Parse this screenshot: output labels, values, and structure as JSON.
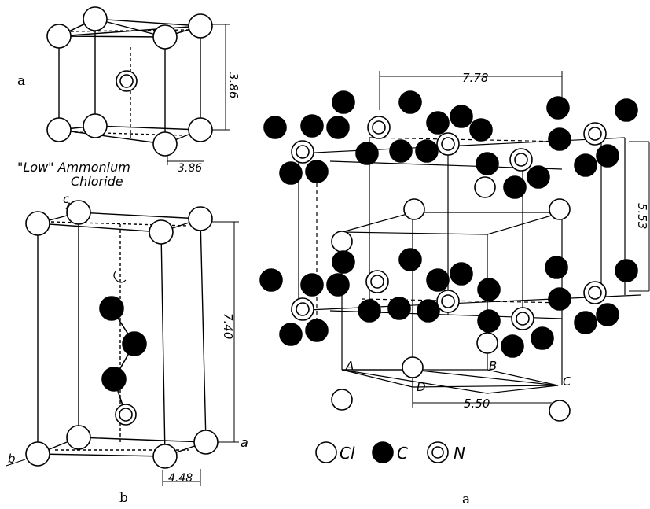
{
  "panel_top_left": {
    "letter": "a",
    "height_dim": "3.86",
    "width_dim": "3.86",
    "caption_line1": "\"Low\" Ammonium",
    "caption_line2": "Chloride"
  },
  "panel_bottom_left": {
    "letter": "b",
    "axis_c": "c",
    "axis_a": "a",
    "axis_b": "b",
    "height_dim": "7.40",
    "width_dim": "4.48"
  },
  "panel_right": {
    "letter": "a",
    "top_dim": "7.78",
    "side_dim": "5.53",
    "bottom_dim": "5.50",
    "point_A": "A",
    "point_B": "B",
    "point_C": "C",
    "point_D": "D"
  },
  "legend": {
    "cl": "Cl",
    "c": "C",
    "n": "N"
  },
  "colors": {
    "ink": "#000000",
    "paper": "#ffffff"
  }
}
